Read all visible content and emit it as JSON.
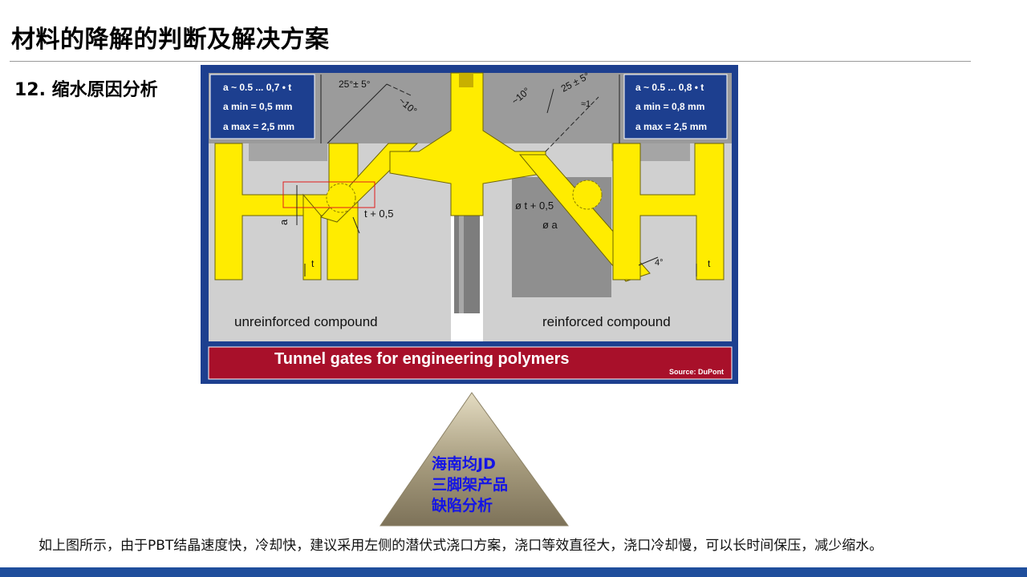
{
  "page": {
    "title": "材料的降解的判断及解决方案",
    "section": "12. 缩水原因分析",
    "caption": "如上图所示，由于PBT结晶速度快，冷却快，建议采用左侧的潜伏式浇口方案，浇口等效直径大，浇口冷却慢，可以长时间保压，减少缩水。"
  },
  "figure": {
    "left_box": [
      "a ~ 0.5 ... 0,7 • t",
      "a min = 0,5 mm",
      "a max = 2,5 mm"
    ],
    "right_box": [
      "a ~ 0.5 ... 0,8 • t",
      "a min = 0,8 mm",
      "a max = 2,5 mm"
    ],
    "angle_left_1": "25°± 5°",
    "angle_left_2": "~10°",
    "angle_right_1": "~10°",
    "angle_right_2": "25 ± 5°",
    "approx_one": "≈1",
    "left_t05": "t + 0,5",
    "right_t05": "ø t + 0,5",
    "right_a": "ø a",
    "label_a": "a",
    "label_t_left": "t",
    "label_t_right": "t",
    "angle_4": "4°",
    "unreinforced": "unreinforced compound",
    "reinforced": "reinforced compound",
    "banner": "Tunnel gates for engineering polymers",
    "source": "Source: DuPont"
  },
  "triangle": {
    "lines": [
      "海南均JD",
      "三脚架产品",
      "缺陷分析"
    ]
  },
  "colors": {
    "frame_blue": "#1d3f8f",
    "part_yellow": "#ffec00",
    "banner_red": "#a8102a",
    "mold_gray": "#c8c8c8",
    "accent_blue_text": "#1414e6",
    "footer_blue": "#1f4e9c"
  }
}
